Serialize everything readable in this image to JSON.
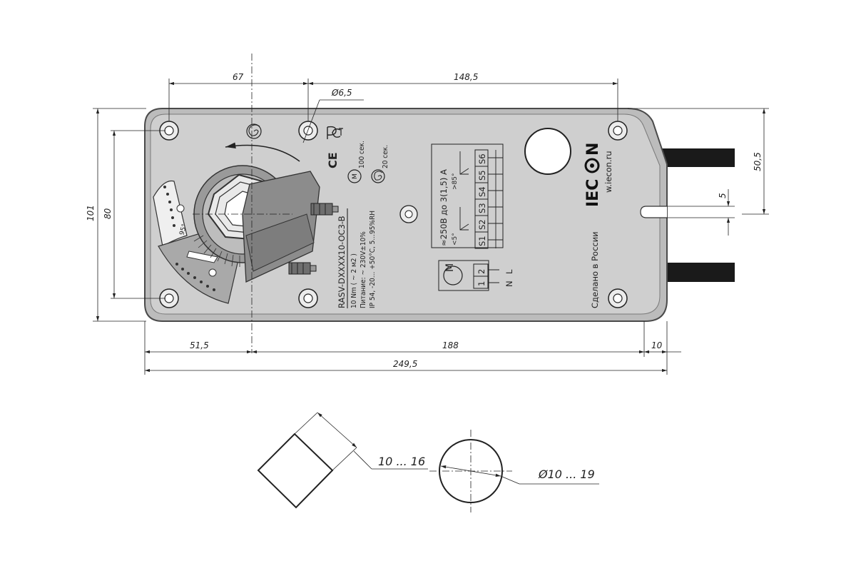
{
  "dimensions": {
    "d67": "67",
    "d148_5": "148,5",
    "d6_5": "Ø6,5",
    "d101": "101",
    "d80": "80",
    "d50_5": "50,5",
    "d5": "5",
    "d51_5": "51,5",
    "d188": "188",
    "d10": "10",
    "d249_5": "249,5",
    "shaft_square": "10 ... 16",
    "shaft_round": "Ø10 ... 19"
  },
  "labels": {
    "model": "RASV-DXXXX10-OC3-B",
    "torque": "10 Nm ( ~ 2 м2 )",
    "power": "Питание: ~ 230V±10%",
    "protection": "IP 54, -20... +50°C, 5...95%RH",
    "motor_time": "100 сек.",
    "spring_time": "20 сек.",
    "ce_mark": "CE",
    "angle_95": "95°",
    "switch_rating": "≈250В до 3(1,5) A",
    "sw_angle_low": "<5°",
    "sw_angle_high": ">85°",
    "terminals": [
      "S1",
      "S2",
      "S3",
      "S4",
      "S5",
      "S6"
    ],
    "motor_symbol": "M",
    "motor_terms": [
      "1",
      "2"
    ],
    "neutral": "N",
    "line": "L",
    "brand": "IEC",
    "brand_tail": "N",
    "website": "w.iecon.ru",
    "made_in": "Сделано в России"
  },
  "colors": {
    "body_fill": "#bcbcbc",
    "body_edge": "#4a4a4a",
    "face_fill": "#cfcfcf",
    "cable": "#1a1a1a"
  }
}
